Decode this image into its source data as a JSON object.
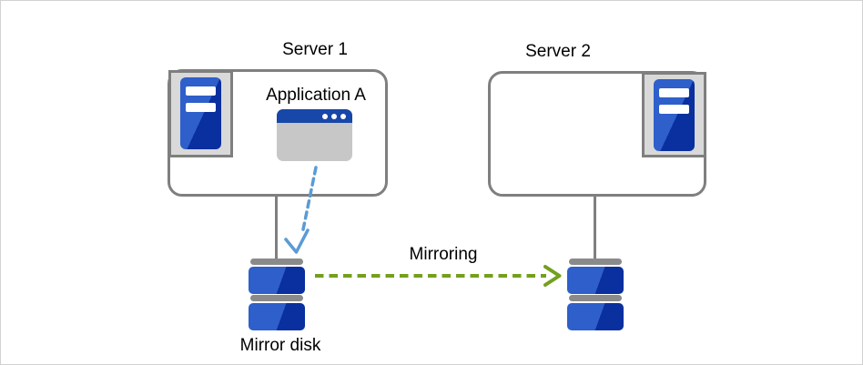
{
  "labels": {
    "server1": "Server 1",
    "server2": "Server 2",
    "application_a": "Application A",
    "mirroring": "Mirroring",
    "mirror_disk": "Mirror disk"
  },
  "diagram": {
    "nodes": [
      {
        "id": "server1",
        "type": "server-box",
        "title": "Server 1",
        "contains": [
          "server-tower-icon",
          "application-window-icon"
        ]
      },
      {
        "id": "server2",
        "type": "server-box",
        "title": "Server 2",
        "contains": [
          "server-tower-icon"
        ]
      },
      {
        "id": "mirror-disk-left",
        "type": "disk-stack",
        "label": "Mirror disk"
      },
      {
        "id": "mirror-disk-right",
        "type": "disk-stack",
        "label": ""
      }
    ],
    "edges": [
      {
        "from": "server1",
        "to": "mirror-disk-left",
        "style": "solid-gray-connector"
      },
      {
        "from": "server2",
        "to": "mirror-disk-right",
        "style": "solid-gray-connector"
      },
      {
        "from": "application-window-icon",
        "to": "mirror-disk-left",
        "style": "dashed-blue-arrow"
      },
      {
        "from": "mirror-disk-left",
        "to": "mirror-disk-right",
        "style": "dashed-green-arrow",
        "label": "Mirroring"
      }
    ]
  },
  "colors": {
    "canvas_border": "#d2d2d2",
    "text": "#000000",
    "box_border": "#7f7f7f",
    "panel_fill": "#d9d9d9",
    "server_blue_light": "#2e5fca",
    "server_blue_dark": "#0a2f9f",
    "window_titlebar": "#1747a8",
    "window_body": "#c7c7c7",
    "disk_bar_gray": "#8a8a8a",
    "connector_gray": "#7f7f7f",
    "arrow_blue": "#5b9bd5",
    "arrow_green": "#73a01e"
  }
}
